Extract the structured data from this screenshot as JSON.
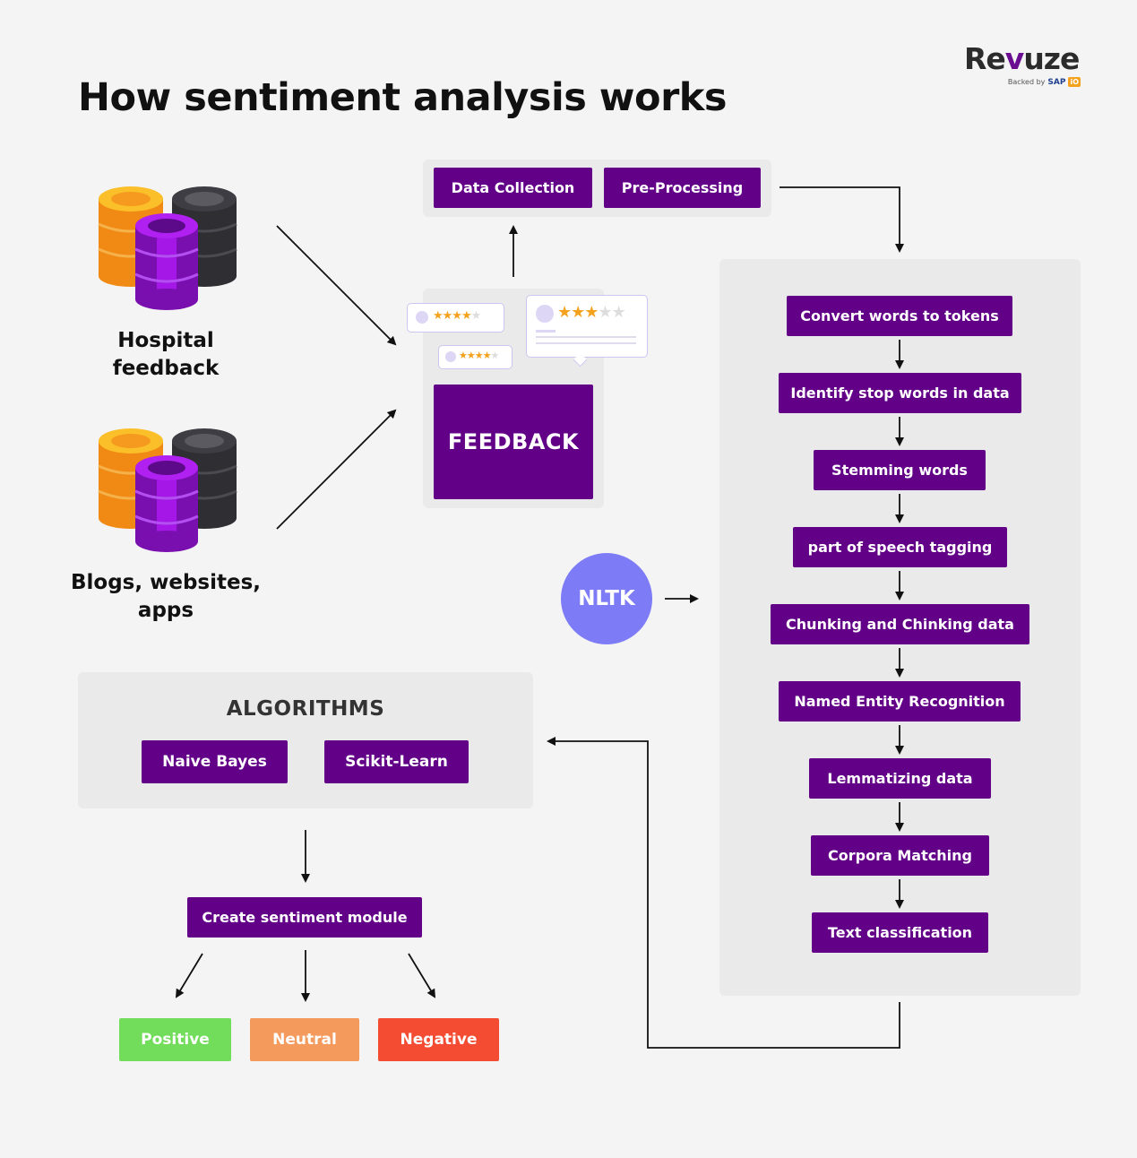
{
  "title": "How sentiment analysis works",
  "logo": {
    "name_start": "Re",
    "name_v": "v",
    "name_end": "uze",
    "backed_by": "Backed by",
    "sap": "SAP",
    "io": "iO"
  },
  "sources": {
    "hospital_line1": "Hospital",
    "hospital_line2": "feedback",
    "blogs_line1": "Blogs, websites,",
    "blogs_line2": "apps"
  },
  "top_steps": {
    "data_collection": "Data Collection",
    "pre_processing": "Pre-Processing"
  },
  "feedback": {
    "label": "FEEDBACK",
    "star_glyphs": "★★★★★"
  },
  "nltk": {
    "label": "NLTK"
  },
  "nltk_steps": [
    "Convert words to tokens",
    "Identify stop words in data",
    "Stemming words",
    "part of speech tagging",
    "Chunking and Chinking data",
    "Named Entity Recognition",
    "Lemmatizing data",
    "Corpora Matching",
    "Text classification"
  ],
  "algorithms": {
    "title": "ALGORITHMS",
    "naive_bayes": "Naive Bayes",
    "scikit_learn": "Scikit-Learn"
  },
  "module": {
    "label": "Create sentiment module"
  },
  "results": {
    "positive": "Positive",
    "neutral": "Neutral",
    "negative": "Negative"
  },
  "colors": {
    "purple": "#620088",
    "nltk_circle": "#7d7bf5",
    "positive": "#72dc5b",
    "neutral": "#f49a5c",
    "negative": "#f44c33",
    "orange_db": "#f4a21e",
    "dark_db": "#3a3a3f",
    "violet_db": "#9b12d8"
  }
}
